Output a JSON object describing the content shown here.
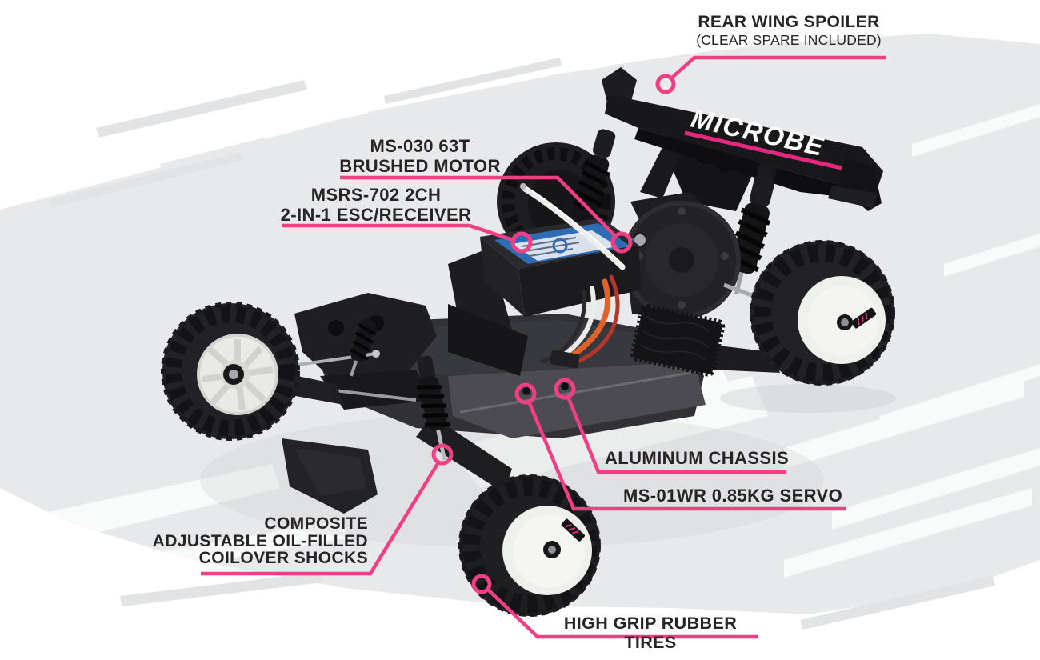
{
  "brand": {
    "wing_logo": "MICROBE"
  },
  "callouts": {
    "rear_wing_spoiler": {
      "line1": "REAR WING SPOILER",
      "line2": "(CLEAR SPARE INCLUDED)"
    },
    "brushed_motor": {
      "line1": "MS-030 63T",
      "line2": "BRUSHED MOTOR"
    },
    "esc_receiver": {
      "line1": "MSRS-702 2CH",
      "line2": "2-IN-1 ESC/RECEIVER"
    },
    "aluminum_chassis": {
      "label": "ALUMINUM CHASSIS"
    },
    "servo": {
      "label": "MS-01WR 0.85KG SERVO"
    },
    "coilover_shocks": {
      "line1": "COMPOSITE",
      "line2": "ADJUSTABLE OIL-FILLED",
      "line3": "COILOVER SHOCKS"
    },
    "rubber_tires": {
      "label": "HIGH GRIP RUBBER TIRES"
    }
  },
  "colors": {
    "accent_pink": "#f23e84",
    "label_text": "#282425",
    "canvas_white": "#ffffff",
    "brush_gray": "#e8e9ea",
    "car_black": "#1c1c1f",
    "wheel_white": "#f0f0ed",
    "sticker_blue": "#2e6cb4",
    "wire_orange": "#e2622b"
  }
}
